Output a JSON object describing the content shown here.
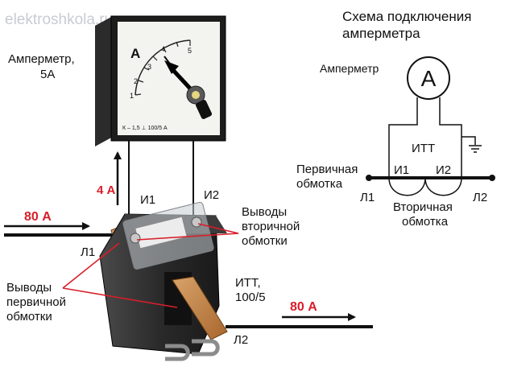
{
  "watermark": "elektroshkola.ru",
  "schema_title_line1": "Схема подключения",
  "schema_title_line2": "амперметра",
  "ammeter_label_schema": "Амперметр",
  "ammeter_symbol": "A",
  "itt_label_schema": "ИТТ",
  "i1": "И1",
  "i2": "И2",
  "l1": "Л1",
  "l2": "Л2",
  "primary_line1": "Первичная",
  "primary_line2": "обмотка",
  "secondary_line1": "Вторичная",
  "secondary_line2": "обмотка",
  "ammeter_photo_line1": "Амперметр,",
  "ammeter_photo_line2": "5А",
  "meter": {
    "letter": "A",
    "scale": [
      "1",
      "2",
      "3",
      "4",
      "5"
    ],
    "info": "К – 1,5  ⊥  100/5 А"
  },
  "current_secondary": "4 А",
  "current_primary_in": "80 А",
  "current_primary_out": "80 А",
  "secondary_leads_line1": "Выводы",
  "secondary_leads_line2": "вторичной",
  "secondary_leads_line3": "обмотки",
  "primary_leads_line1": "Выводы",
  "primary_leads_line2": "первичной",
  "primary_leads_line3": "обмотки",
  "itt_photo_line1": "ИТТ,",
  "itt_photo_line2": "100/5",
  "colors": {
    "accent_red": "#d81e2a",
    "line": "#111111",
    "meter_face": "#f3f3f0"
  }
}
